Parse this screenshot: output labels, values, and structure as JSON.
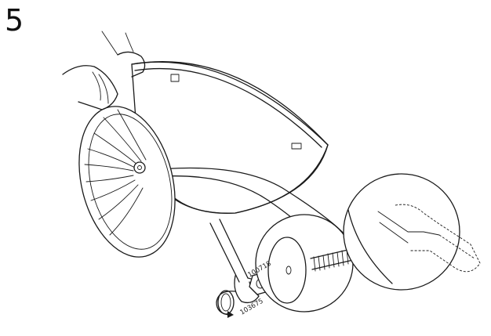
{
  "step_number": "5",
  "part_labels": {
    "nut_part": "100718",
    "washer_part": "103675"
  },
  "icons": {
    "rotation": "rotate-clockwise-icon",
    "wrench": "wrench-icon"
  }
}
